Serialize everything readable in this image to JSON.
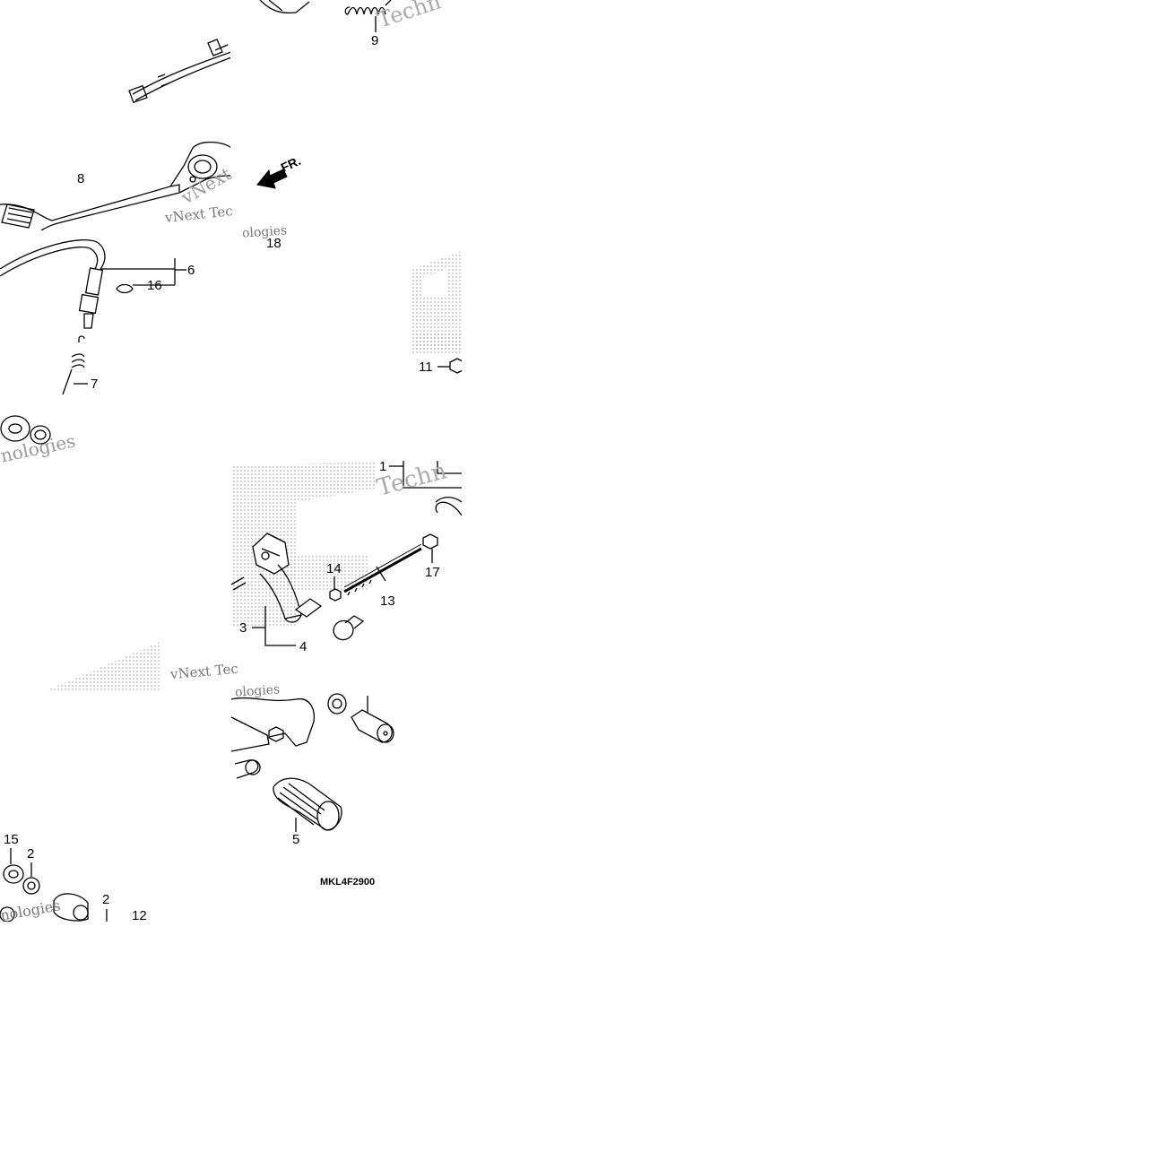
{
  "diagram": {
    "drawing_code": "MKL4F2900",
    "direction_marker": "FR.",
    "callouts": {
      "c1": "1",
      "c2a": "2",
      "c2b": "2",
      "c3": "3",
      "c4": "4",
      "c5": "5",
      "c6": "6",
      "c7": "7",
      "c8": "8",
      "c9": "9",
      "c11": "11",
      "c12": "12",
      "c13": "13",
      "c14": "14",
      "c15": "15",
      "c16": "16",
      "c17": "17",
      "c18": "18"
    }
  },
  "watermark": {
    "line_a": "vNext Tec",
    "line_b": "vNext",
    "line_c": "Technologies",
    "line_d": "Techn",
    "line_e": "nologies",
    "line_f": "ologies"
  },
  "colors": {
    "ink": "#000000",
    "hatch": "#c8c8c8",
    "watermark": "#777777"
  }
}
